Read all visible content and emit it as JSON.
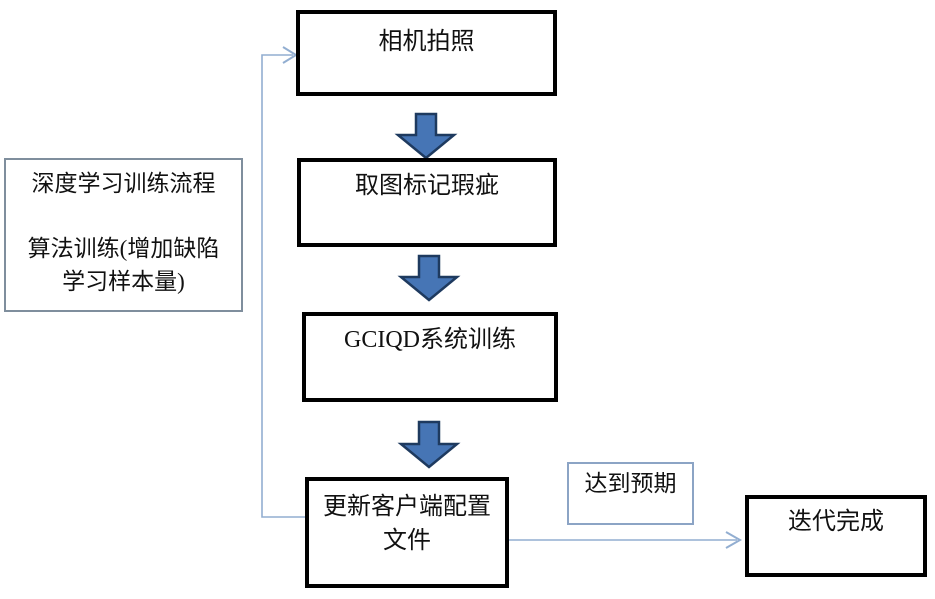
{
  "flowchart": {
    "nodes": {
      "camera": {
        "label": "相机拍照"
      },
      "mark_defects": {
        "label": "取图标记瑕疵"
      },
      "system_training": {
        "label": "GCIQD系统训练"
      },
      "update_config": {
        "label": "更新客户端配置\n文件"
      },
      "process_note": {
        "label": "深度学习训练流程\n\n算法训练(增加缺陷\n学习样本量)"
      },
      "expectation": {
        "label": "达到预期"
      },
      "iteration_done": {
        "label": "迭代完成"
      }
    },
    "colors": {
      "node_border": "#000000",
      "note_box_border": "#7f8e9d",
      "label_box_border": "#8ca4c5",
      "block_arrow_fill": "#4675b5",
      "block_arrow_stroke": "#1e3a5f",
      "connector_line": "#92aed1"
    }
  }
}
